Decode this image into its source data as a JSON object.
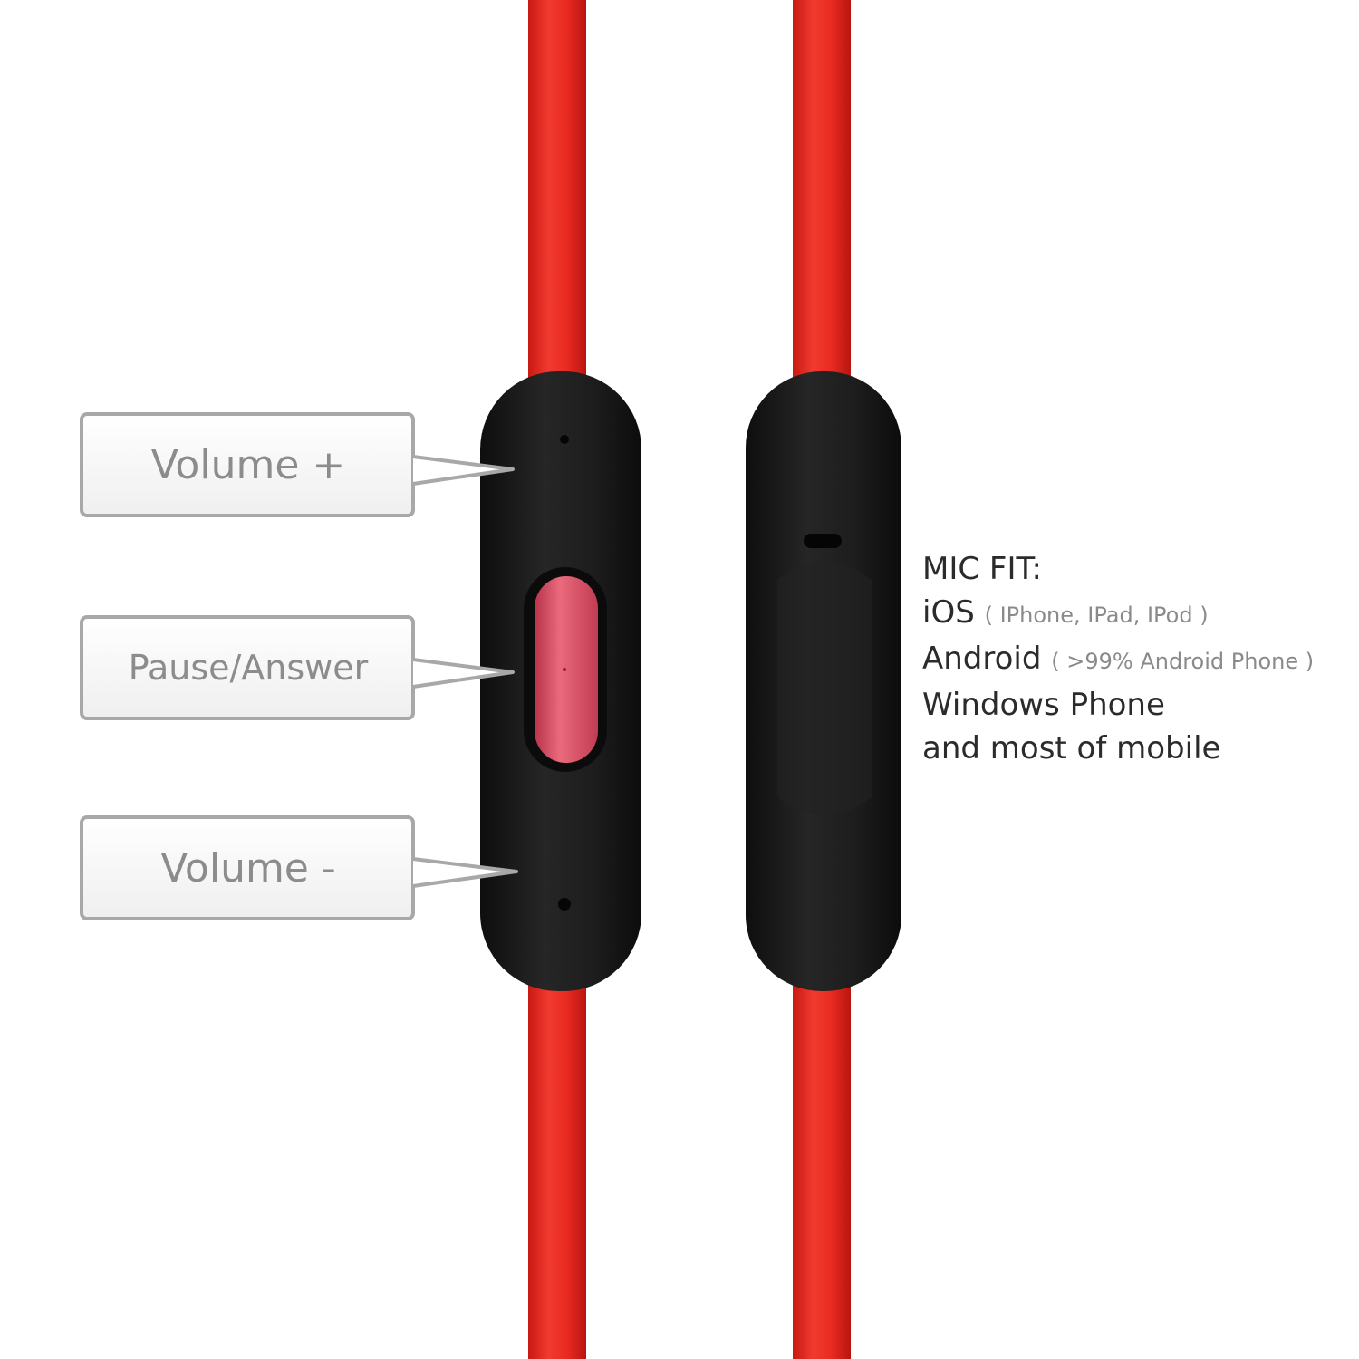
{
  "colors": {
    "cable": "#e4231c",
    "remote": "#1b1b1b",
    "button": "#e0566a",
    "callout_border": "#a8a8a8",
    "callout_text": "#8c8c8c"
  },
  "callouts": {
    "volume_up": "Volume +",
    "pause_answer": "Pause/Answer",
    "volume_down": "Volume -"
  },
  "mic_info": {
    "heading": "MIC FIT:",
    "ios": "iOS",
    "ios_note": "( IPhone, IPad, IPod )",
    "android": "Android",
    "android_note": "( >99% Android Phone )",
    "windows": "Windows Phone",
    "mobile": "and most of mobile"
  }
}
